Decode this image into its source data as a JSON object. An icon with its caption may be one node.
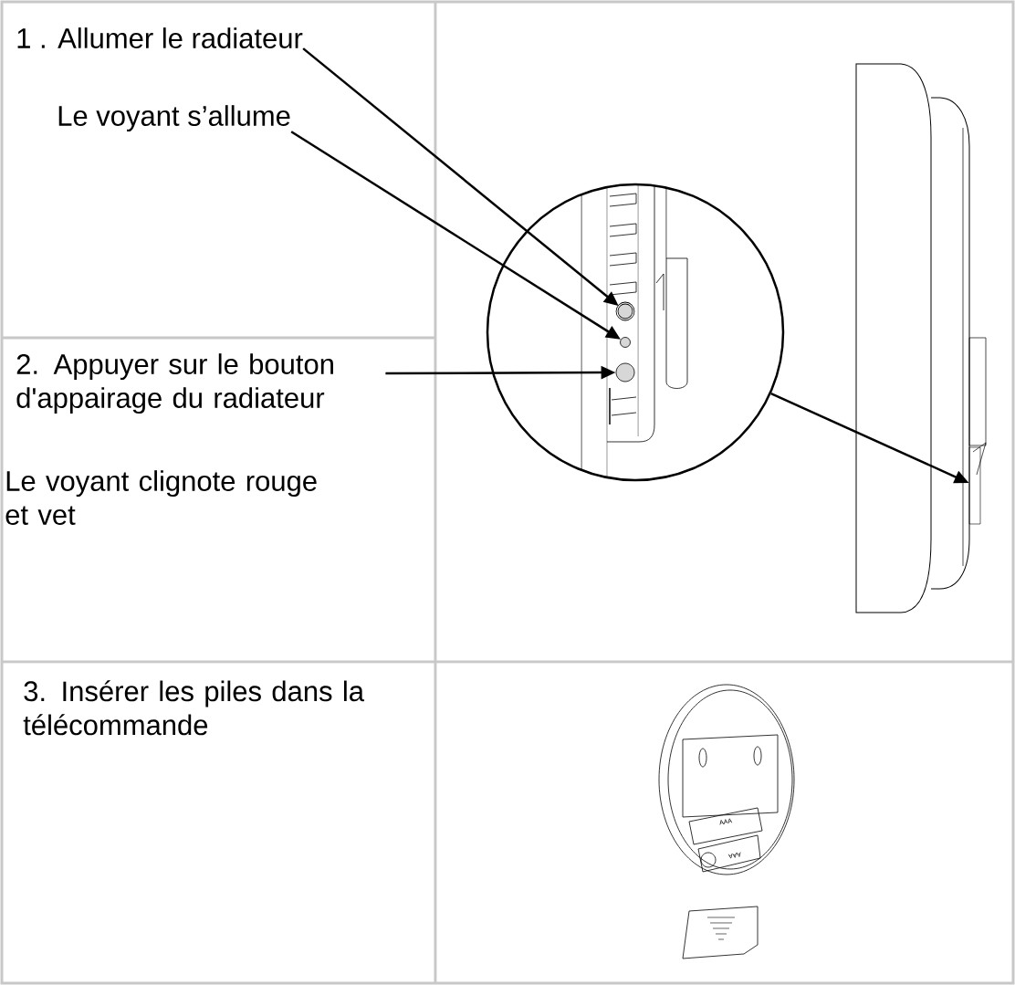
{
  "diagram": {
    "nodes": [
      {
        "text": [
          "1 . Allumer le radiateur"
        ]
      },
      {
        "text": [
          "Le voyant s’allume"
        ]
      },
      {
        "text": [
          "2. Appuyer sur le bouton d'appairage du radiateur"
        ]
      },
      {
        "text": [],
        "shape": "circle",
        "in": 6
      },
      {
        "text": [],
        "shape": "circle",
        "in": 6
      },
      {
        "text": [],
        "shape": "circle",
        "in": 6
      },
      {
        "text": [],
        "shape": "circle"
      },
      {
        "text": [],
        "shape": "box"
      }
    ],
    "edges": [
      {
        "from": 0,
        "to": 3,
        "arrow": "to"
      },
      {
        "from": 1,
        "to": 4,
        "arrow": "to"
      },
      {
        "from": 2,
        "to": 5,
        "arrow": "to"
      },
      {
        "from": 6,
        "to": 7,
        "arrow": "to"
      }
    ],
    "labels": [
      "Le voyant clignote rouge et vet",
      "3. Insérer les piles dans la télécommande",
      "AAA",
      "AAA"
    ]
  }
}
